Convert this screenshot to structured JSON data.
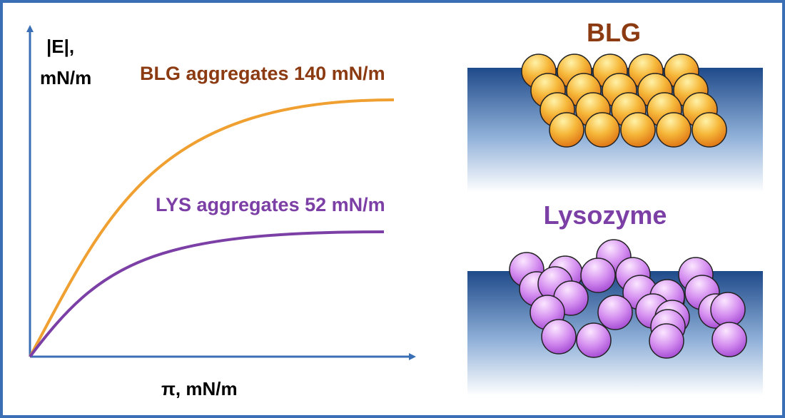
{
  "graph": {
    "y_axis_label_line1": "|E|,",
    "y_axis_label_line2": "mN/m",
    "x_axis_label": "π, mN/m",
    "curves": [
      {
        "label": "BLG aggregates 140 mN/m",
        "plateau_value": 140,
        "unit": "mN/m",
        "color": "#f0a030",
        "label_color": "#8b3a12"
      },
      {
        "label": "LYS aggregates 52 mN/m",
        "plateau_value": 52,
        "unit": "mN/m",
        "color": "#7b3fa6",
        "label_color": "#7b3fa6"
      }
    ],
    "axis_color": "#3a6fb5"
  },
  "panels": {
    "top_title": "BLG",
    "top_title_color": "#8b3a12",
    "bottom_title": "Lysozyme",
    "bottom_title_color": "#7b3fa6",
    "interface_color": "#1f4a8a"
  },
  "colors": {
    "frame": "#3a6fb5"
  }
}
